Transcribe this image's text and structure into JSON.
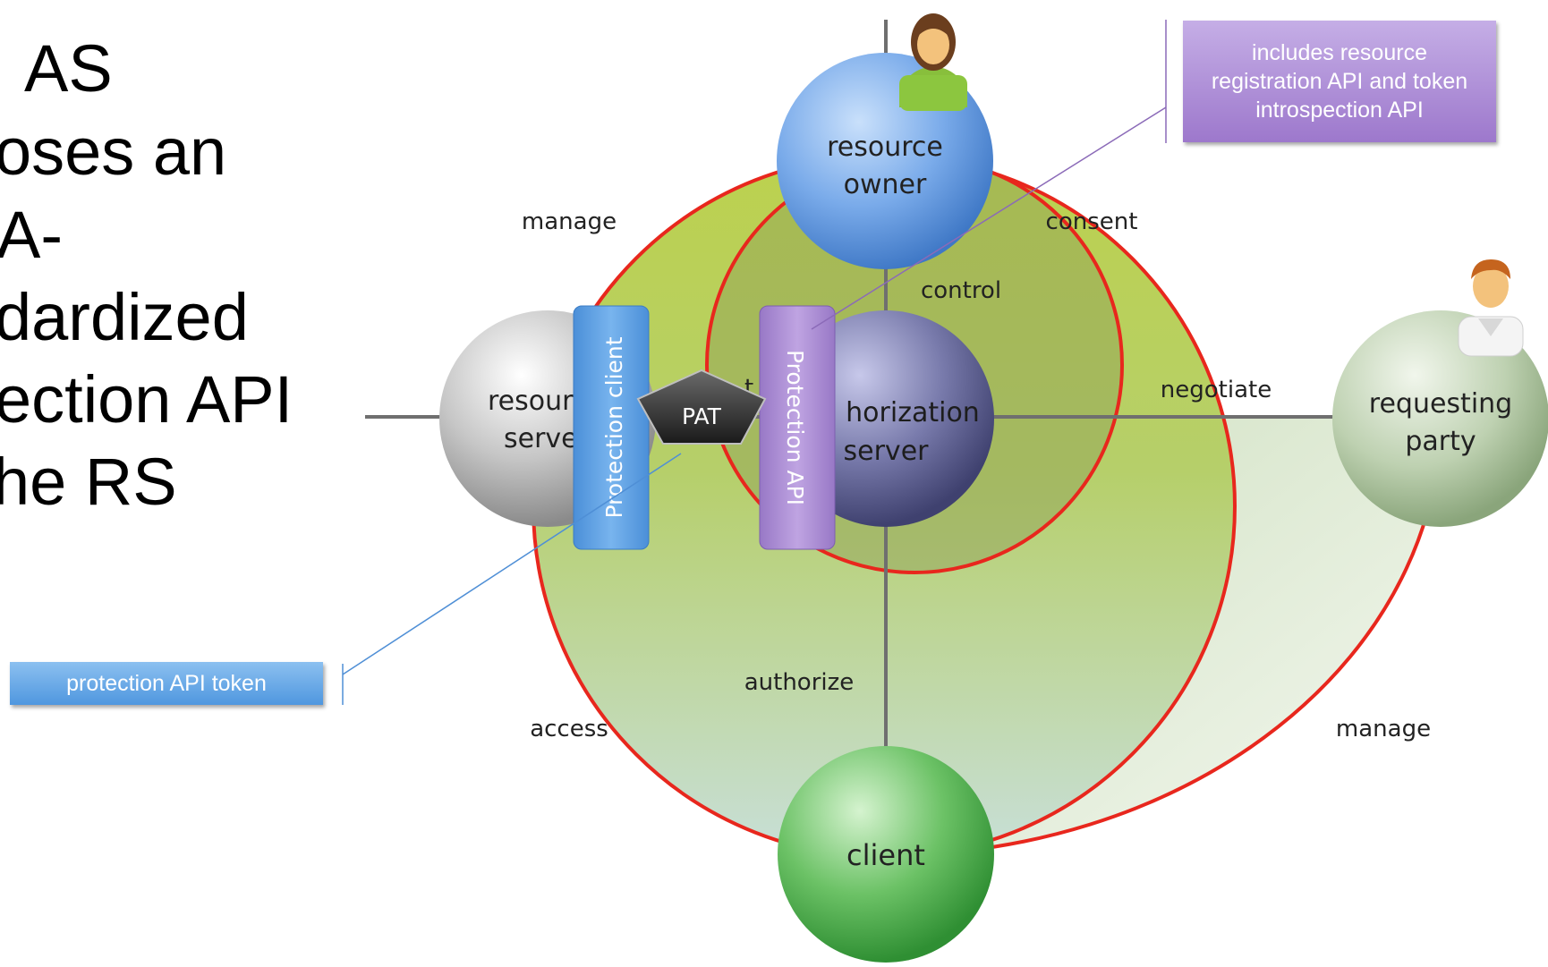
{
  "lead_text": [
    "AS",
    "oses an",
    "A-",
    "dardized",
    "ection API",
    "he RS"
  ],
  "callouts": {
    "pat": "protection API token",
    "apis": "includes resource registration API and token introspection API"
  },
  "nodes": {
    "resource_owner": [
      "resource",
      "owner"
    ],
    "resource_server": [
      "resour",
      "serve"
    ],
    "authorization_server": [
      "horization",
      "server"
    ],
    "requesting_party": [
      "requesting",
      "party"
    ],
    "client": "client"
  },
  "relations": {
    "manage_top": "manage",
    "consent": "consent",
    "control": "control",
    "negotiate": "negotiate",
    "authorize": "authorize",
    "access": "access",
    "manage_bottom": "manage",
    "partial_label": "t"
  },
  "components": {
    "protection_client": "Protection client",
    "protection_api": "Protection API",
    "pat": "PAT"
  },
  "colors": {
    "red_ring": "#e8271d",
    "resource_owner": "#5d93d8",
    "client": "#4eaa4c",
    "requesting_party": "#a5bd98",
    "authorization_server": "#5d5f93",
    "resource_server": "#a8a8a8",
    "protection_client": "#5599dd",
    "protection_api": "#a888d0"
  }
}
